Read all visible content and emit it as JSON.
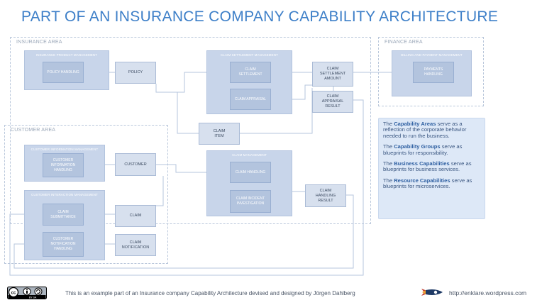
{
  "title": "PART OF AN INSURANCE COMPANY CAPABILITY ARCHITECTURE",
  "areas": {
    "insurance": "INSURANCE AREA",
    "finance": "FINANCE AREA",
    "customer": "CUSTOMER AREA"
  },
  "groups": {
    "product": "INSURANCE PRODUCT MANAGEMENT",
    "settlement": "CLAIM SETTLEMENT MANAGEMENT",
    "claim_mgmt": "CLAIM MANAGEMENT",
    "billing": "BILLING AND PAYMENT MANAGEMENT",
    "cust_info": "CUSTOMER INFORMATION MANAGEMENT",
    "cust_interaction": "CUSTOMER INTERACTION MANAGEMENT"
  },
  "capabilities": {
    "policy_handling": "POLICY HANDLING",
    "claim_settlement": "CLAIM\nSETTLEMENT",
    "claim_appraisal": "CLAIM APPRAISAL",
    "claim_handling": "CLAIM HANDLING",
    "claim_incident": "CLAIM INCIDENT\nINVESTIGATION",
    "payments_handling": "PAYMENTS\nHANDLING",
    "cust_info_handling": "CUSTOMER\nINFORMATION\nHANDLING",
    "claim_submittance": "CLAIM\nSUBMITTANCE",
    "cust_notification": "CUSTOMER\nNOTIFICATION\nHANDLING"
  },
  "resources": {
    "policy": "POLICY",
    "claim_settlement_amount": "CLAIM\nSETTLEMENT\nAMOUNT",
    "claim_appraisal_result": "CLAIM\nAPPRAISAL\nRESULT",
    "claim_item": "CLAIM\nITEM",
    "customer": "CUSTOMER",
    "claim_handling_result": "CLAIM\nHANDLING\nRESULT",
    "claim": "CLAIM",
    "claim_notification": "CLAIM\nNOTIFICATION"
  },
  "legend": {
    "p1_pre": "The ",
    "p1_bold": "Capability Areas",
    "p1_post": " serve as a reflection of the corporate behavior needed to run the business.",
    "p2_pre": "The ",
    "p2_bold": "Capability Groups",
    "p2_post": " serve as blueprints for responsibility.",
    "p3_pre": "The ",
    "p3_bold": "Business Capabilities",
    "p3_post": " serve as blueprints for business services.",
    "p4_pre": "The ",
    "p4_bold": "Resource Capabilities",
    "p4_post": " serve as blueprints for microservices."
  },
  "footer": {
    "text": "This is an example part of an Insurance company Capability Architecture devised and designed by Jörgen Dahlberg",
    "url": "http://enklare.wordpress.com",
    "cc_label": "BY SA"
  },
  "icons": {
    "license": "creative-commons-by-sa-icon",
    "logo": "rocket-icon"
  },
  "colors": {
    "title": "#3d7fc8",
    "group_fill": "#c8d5ea",
    "capability_fill": "#b3c4de",
    "legend_fill": "#dde8f7"
  }
}
